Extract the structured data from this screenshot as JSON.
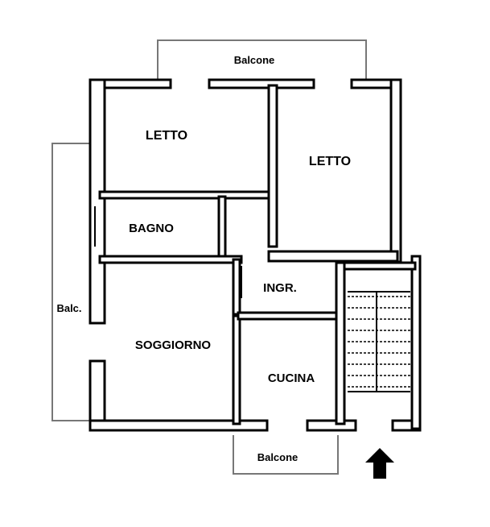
{
  "rooms": {
    "letto_left": "LETTO",
    "letto_right": "LETTO",
    "bagno": "BAGNO",
    "ingresso": "INGR.",
    "soggiorno": "SOGGIORNO",
    "cucina": "CUCINA"
  },
  "balconies": {
    "top": "Balcone",
    "left": "Balc.",
    "bottom": "Balcone"
  },
  "entrance_icon": "arrow-up-icon"
}
